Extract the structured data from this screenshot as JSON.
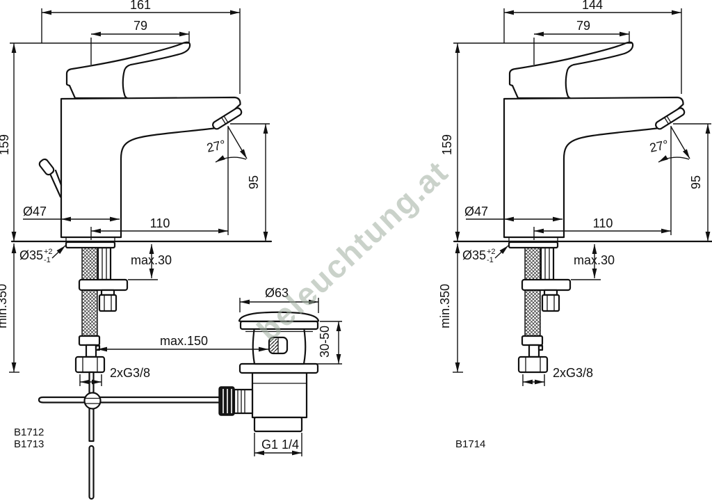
{
  "watermark": "beleuchtung.at",
  "left_view": {
    "models": {
      "line1": "B1712",
      "line2": "B1713"
    },
    "dims": {
      "overall_width": "161",
      "handle_length": "79",
      "height": "159",
      "body_diameter": "Ø47",
      "spout_reach": "110",
      "spout_angle": "27°",
      "outlet_height": "95",
      "hole_diameter": "Ø35",
      "hole_tol_plus": "+2",
      "hole_tol_minus": "-1",
      "deck_thickness": "max.30",
      "hose_length": "min.350",
      "supply_thread": "2xG3/8",
      "waste_flange_diameter": "Ø63",
      "rod_reach": "max.150",
      "waste_adjust_range": "30-50",
      "waste_thread": "G1 1/4"
    }
  },
  "right_view": {
    "models": {
      "line1": "B1714"
    },
    "dims": {
      "overall_width": "144",
      "handle_length": "79",
      "height": "159",
      "body_diameter": "Ø47",
      "spout_reach": "110",
      "spout_angle": "27°",
      "outlet_height": "95",
      "hole_diameter": "Ø35",
      "hole_tol_plus": "+2",
      "hole_tol_minus": "-1",
      "deck_thickness": "max.30",
      "hose_length": "min.350",
      "supply_thread": "2xG3/8"
    }
  }
}
